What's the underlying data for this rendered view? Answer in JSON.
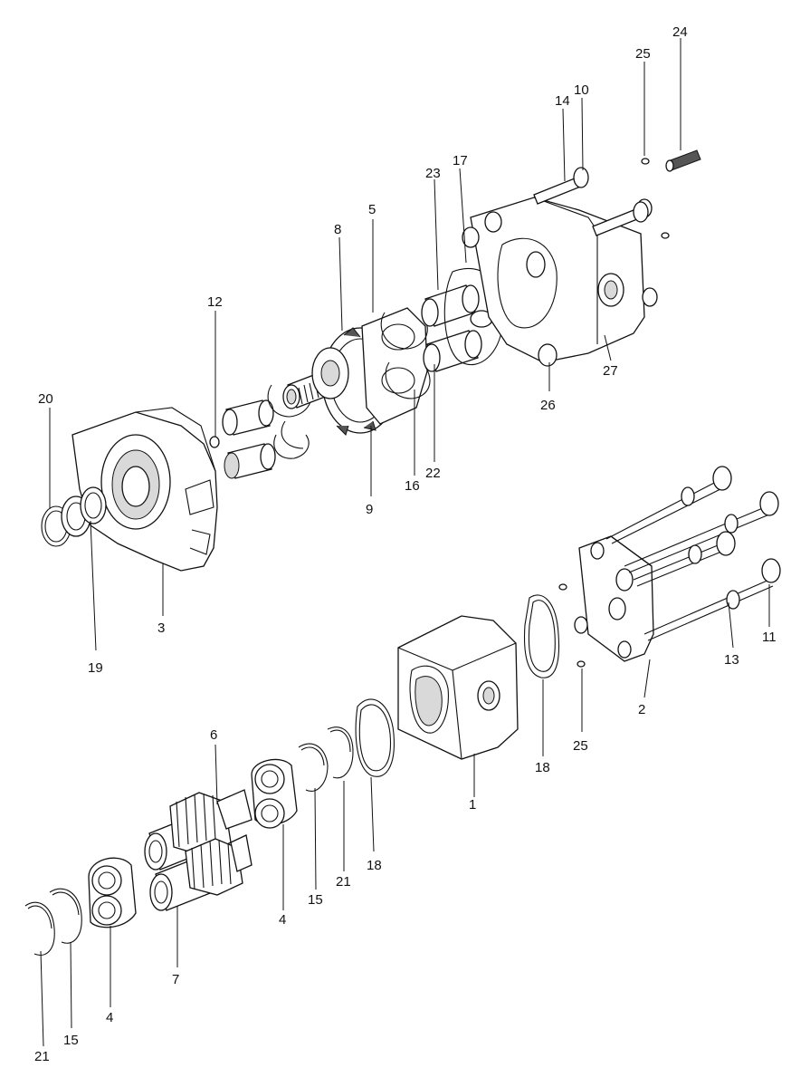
{
  "callouts": [
    "1",
    "2",
    "3",
    "4",
    "4",
    "5",
    "6",
    "7",
    "8",
    "9",
    "10",
    "11",
    "12",
    "13",
    "14",
    "15",
    "15",
    "16",
    "17",
    "18",
    "18",
    "19",
    "20",
    "21",
    "21",
    "22",
    "23",
    "24",
    "25",
    "25",
    "26",
    "27"
  ]
}
